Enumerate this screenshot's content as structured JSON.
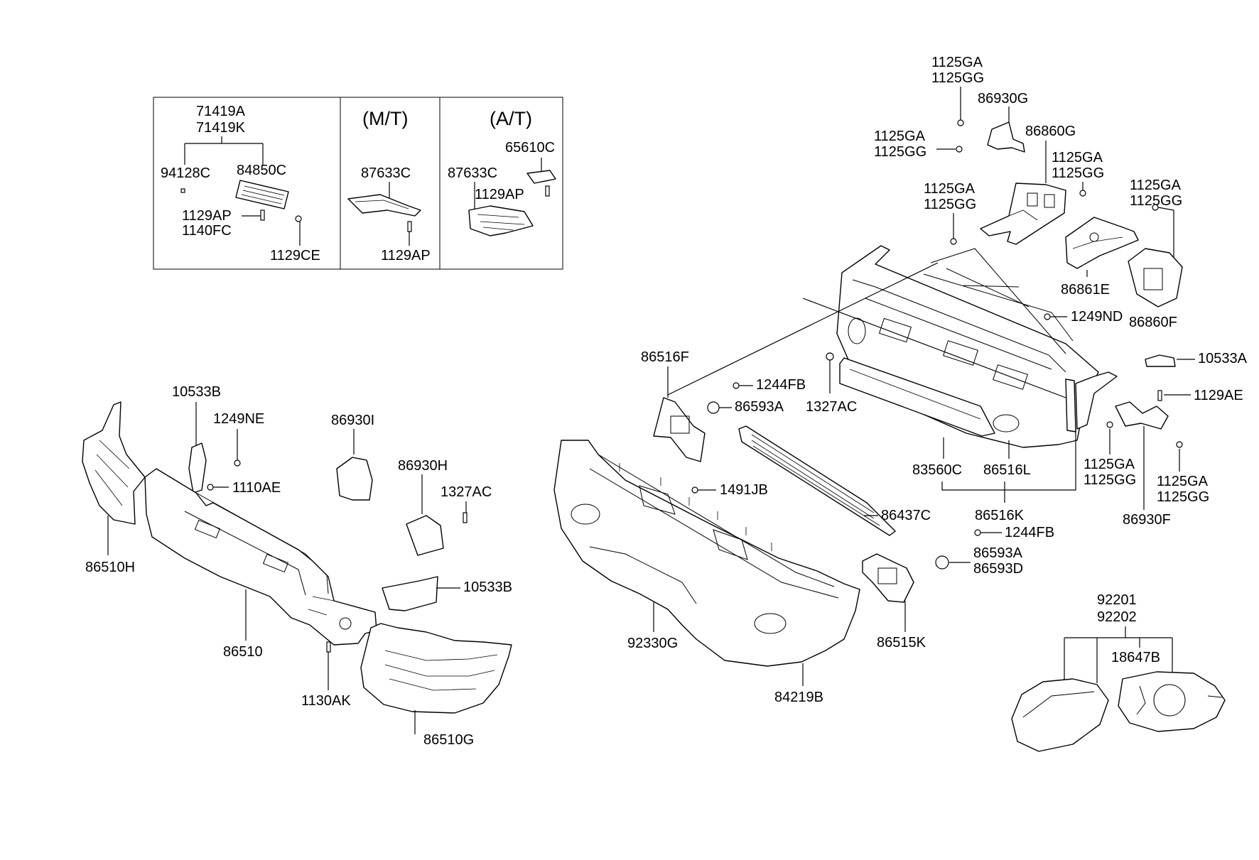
{
  "inset": {
    "mt_label": "(M/T)",
    "at_label": "(A/T)",
    "parts": {
      "p71419A": "71419A",
      "p71419K": "71419K",
      "p94128C": "94128C",
      "p84850C": "84850C",
      "p1129AP_a": "1129AP",
      "p1140FC": "1140FC",
      "p1129CE": "1129CE",
      "p87633C_mt": "87633C",
      "p1129AP_mt": "1129AP",
      "p87633C_at": "87633C",
      "p65610C": "65610C",
      "p1129AP_at": "1129AP"
    }
  },
  "rear_bumper": {
    "parts": {
      "p1125GA_1": "1125GA",
      "p1125GG_1": "1125GG",
      "p86930G": "86930G",
      "p1125GA_2": "1125GA",
      "p1125GG_2": "1125GG",
      "p86860G": "86860G",
      "p1125GA_3": "1125GA",
      "p1125GG_3": "1125GG",
      "p1125GA_4": "1125GA",
      "p1125GG_4": "1125GG",
      "p1125GA_5": "1125GA",
      "p1125GG_5": "1125GG",
      "p86861E": "86861E",
      "p86860F": "86860F",
      "p1249ND": "1249ND",
      "p10533A": "10533A",
      "p1129AE": "1129AE",
      "p1327AC_r": "1327AC",
      "p83560C": "83560C",
      "p86516L": "86516L",
      "p86516K": "86516K",
      "p1125GA_6": "1125GA",
      "p1125GG_6": "1125GG",
      "p1125GA_7": "1125GA",
      "p1125GG_7": "1125GG",
      "p86930F": "86930F"
    }
  },
  "front_bumper": {
    "parts": {
      "p86516F": "86516F",
      "p1244FB_1": "1244FB",
      "p86593A_1": "86593A",
      "p1491JB": "1491JB",
      "p86437C": "86437C",
      "p1244FB_2": "1244FB",
      "p86593A_2": "86593A",
      "p86593D": "86593D",
      "p86515K": "86515K",
      "p92330G": "92330G",
      "p84219B": "84219B",
      "p92201": "92201",
      "p92202": "92202",
      "p18647B": "18647B"
    }
  },
  "beam": {
    "parts": {
      "p10533B_1": "10533B",
      "p1249NE": "1249NE",
      "p1110AE": "1110AE",
      "p86930I": "86930I",
      "p86930H": "86930H",
      "p1327AC_b": "1327AC",
      "p10533B_2": "10533B",
      "p86510H": "86510H",
      "p86510": "86510",
      "p1130AK": "1130AK",
      "p86510G": "86510G"
    }
  }
}
